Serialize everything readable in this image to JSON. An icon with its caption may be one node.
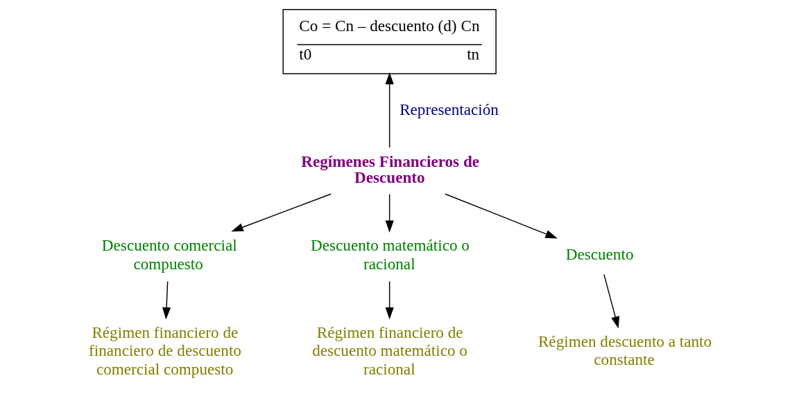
{
  "diagram": {
    "nodes": [
      {
        "text": [
          "Co = Cn – descuento (d)",
          "Cn",
          "t0",
          "tn"
        ]
      },
      {
        "text": [
          "Regímenes Financieros de Descuento"
        ]
      },
      {
        "text": [
          "Descuento comercial compuesto"
        ]
      },
      {
        "text": [
          "Descuento matemático o racional"
        ]
      },
      {
        "text": [
          "Descuento"
        ]
      },
      {
        "text": [
          "Régimen financiero de financiero de descuento comercial compuesto"
        ]
      },
      {
        "text": [
          "Régimen financiero de descuento matemático o racional"
        ]
      },
      {
        "text": [
          "Régimen descuento a tanto constante"
        ]
      }
    ],
    "edges": [
      {
        "from": 1,
        "to": 0,
        "arrow": "to",
        "label": "Representación"
      },
      {
        "from": 1,
        "to": 2,
        "arrow": "to"
      },
      {
        "from": 1,
        "to": 3,
        "arrow": "to"
      },
      {
        "from": 1,
        "to": 4,
        "arrow": "to"
      },
      {
        "from": 2,
        "to": 5,
        "arrow": "to"
      },
      {
        "from": 3,
        "to": 6,
        "arrow": "to"
      },
      {
        "from": 4,
        "to": 7,
        "arrow": "to"
      }
    ]
  }
}
